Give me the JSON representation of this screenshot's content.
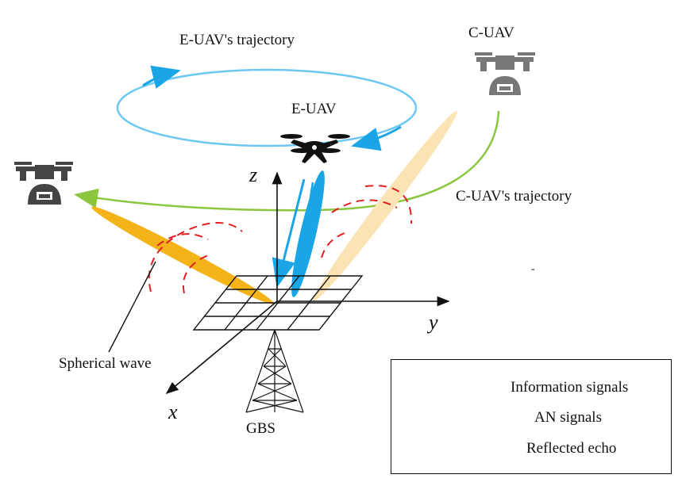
{
  "labels": {
    "e_uav_trajectory": "E-UAV's trajectory",
    "c_uav": "C-UAV",
    "e_uav": "E-UAV",
    "c_uav_trajectory": "C-UAV's trajectory",
    "spherical_wave": "Spherical wave",
    "gbs": "GBS",
    "axis_x": "x",
    "axis_y": "y",
    "axis_z": "z",
    "dash_mark": "-"
  },
  "legend": {
    "items": [
      {
        "label": "Information signals",
        "symbol": "orange-ellipse"
      },
      {
        "label": "AN signals",
        "symbol": "blue-ellipse"
      },
      {
        "label": "Reflected echo",
        "symbol": "blue-arrow"
      }
    ]
  },
  "colors": {
    "information_signal": "#f5b31a",
    "an_signal": "#1aa6e6",
    "echo": "#1aa6e6",
    "e_uav_trajectory": "#6cc8f0",
    "c_uav_trajectory": "#8cc63f",
    "c_uav_beam": "#fbe3b4",
    "spherical_wave": "#e02020",
    "c_uav_body": "#777777",
    "e_uav_body": "#111111"
  }
}
